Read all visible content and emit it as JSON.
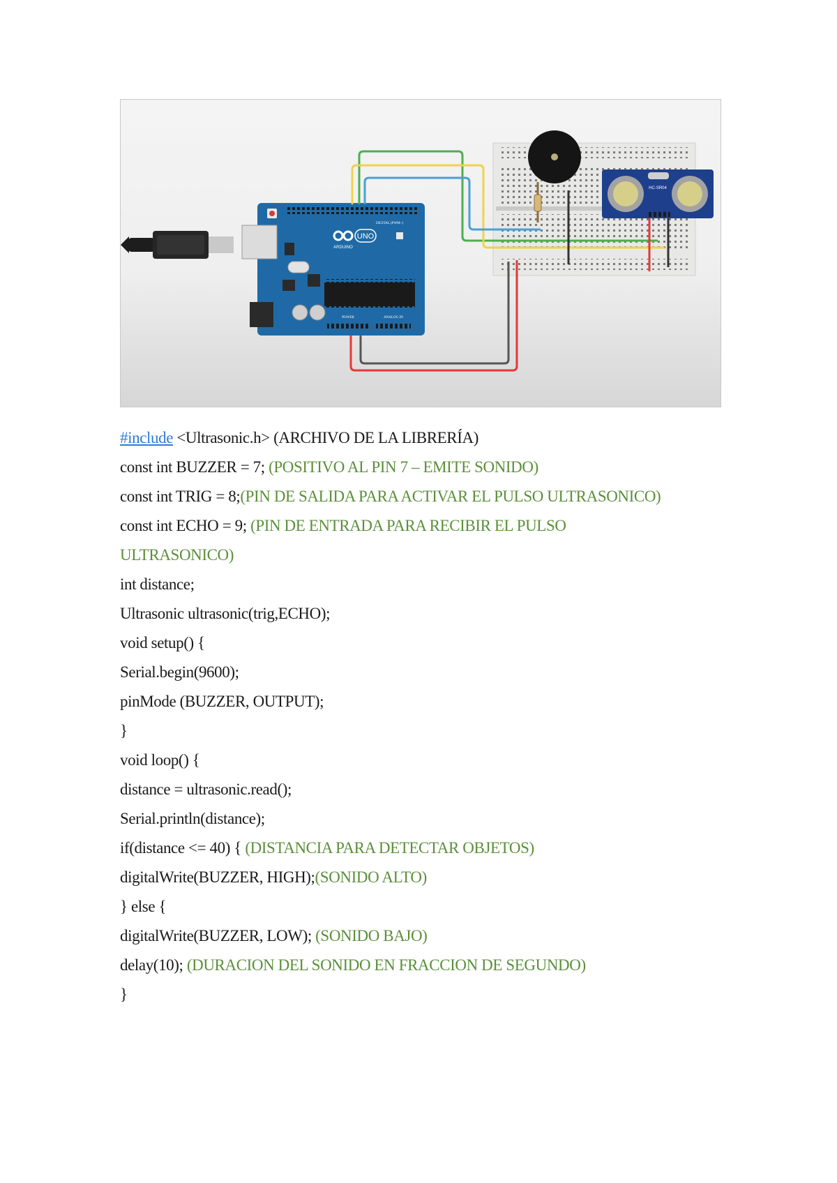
{
  "circuit": {
    "board_logo": "UNO",
    "board_brand": "ARDUINO",
    "digital_header": "DIGITAL (PWM~)",
    "power_header": "POWER",
    "analog_header": "ANALOG IN",
    "sensor_label": "HC-SR04",
    "colors": {
      "board": "#1f6aa6",
      "breadboard": "#e8e8e6",
      "wire_green": "#4caf50",
      "wire_yellow": "#f1d24a",
      "wire_blue": "#4a9fd8",
      "wire_red": "#e53935",
      "wire_black": "#555555",
      "sensor": "#1e3f8c"
    }
  },
  "code": {
    "include_directive": "#include",
    "include_rest": " <Ultrasonic.h> (ARCHIVO DE LA LIBRERÍA)",
    "buzzer_decl": "const int BUZZER = 7; ",
    "buzzer_comment": "(POSITIVO AL PIN 7 – EMITE SONIDO)",
    "trig_decl": "const int TRIG = 8;",
    "trig_comment": "(PIN DE SALIDA PARA ACTIVAR EL PULSO ULTRASONICO)",
    "echo_decl": "const int ECHO = 9; ",
    "echo_comment_a": "(PIN DE ENTRADA PARA RECIBIR EL PULSO",
    "echo_comment_b": "ULTRASONICO)",
    "distance_decl": "int distance;",
    "ultrasonic_decl": "Ultrasonic ultrasonic(trig,ECHO);",
    "setup_open": "void setup() {",
    "serial_begin": "Serial.begin(9600);",
    "pin_mode": "pinMode (BUZZER, OUTPUT);",
    "setup_close": "}",
    "loop_open": "void loop() {",
    "read_line": "distance = ultrasonic.read();",
    "print_line": "Serial.println(distance);",
    "if_line": "if(distance <= 40) { ",
    "if_comment": "(DISTANCIA PARA DETECTAR OBJETOS)",
    "high_line": "digitalWrite(BUZZER, HIGH);",
    "high_comment": "(SONIDO ALTO)",
    "else_line": "} else {",
    "low_line": "digitalWrite(BUZZER, LOW); ",
    "low_comment": "(SONIDO BAJO)",
    "delay_line": "delay(10); ",
    "delay_comment": "(DURACION DEL SONIDO EN FRACCION DE SEGUNDO)",
    "loop_close": "}"
  }
}
